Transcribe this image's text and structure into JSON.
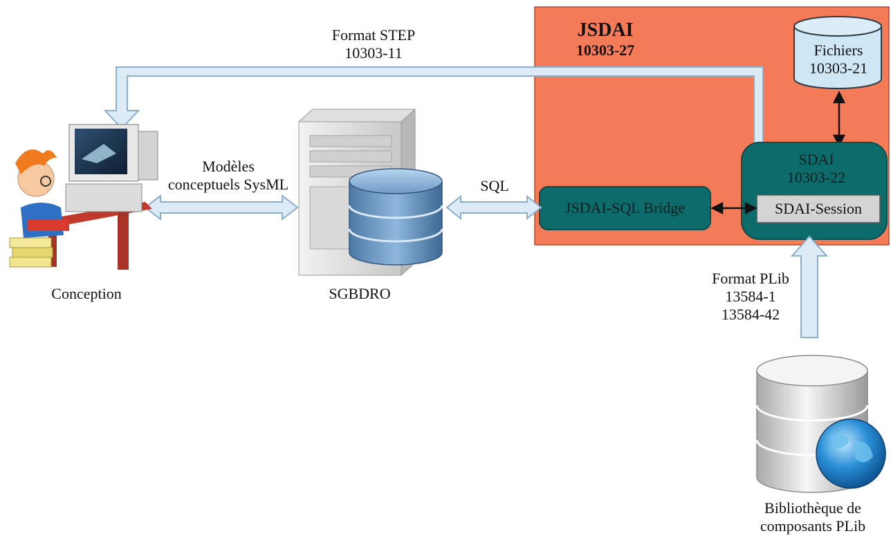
{
  "jsdai": {
    "title": "JSDAI",
    "code": "10303-27"
  },
  "format_step": {
    "line1": "Format STEP",
    "line2": "10303-11"
  },
  "fichiers": {
    "line1": "Fichiers",
    "line2": "10303-21"
  },
  "sdai": {
    "line1": "SDAI",
    "line2": "10303-22",
    "session": "SDAI-Session"
  },
  "bridge": {
    "label": "JSDAI-SQL Bridge"
  },
  "sql": {
    "label": "SQL"
  },
  "modeles": {
    "line1": "Modèles",
    "line2": "conceptuels SysML"
  },
  "conception": {
    "label": "Conception"
  },
  "sgbdro": {
    "label": "SGBDRO"
  },
  "format_plib": {
    "line1": "Format PLib",
    "line2": "13584-1",
    "line3": "13584-42"
  },
  "bibliotheque": {
    "line1": "Bibliothèque de",
    "line2": "composants PLib"
  },
  "colors": {
    "jsdai_region": "#f47a58",
    "teal_box": "#0e6b6b",
    "session_box": "#d4d4d4",
    "arrow_fill": "#dcebf6",
    "arrow_stroke": "#8aaecb",
    "cylinder_fill": "#cfe6f5"
  }
}
